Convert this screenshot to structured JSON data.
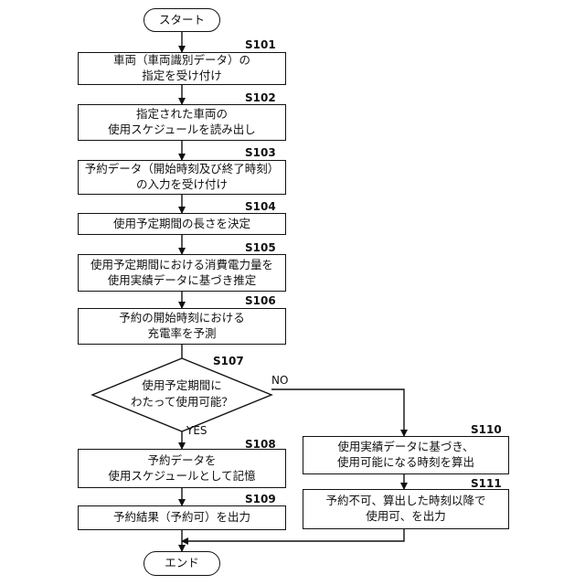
{
  "terminals": {
    "start": "スタート",
    "end": "エンド"
  },
  "steps": [
    {
      "id": "S101",
      "lines": [
        "車両（車両識別データ）の",
        "指定を受け付け"
      ]
    },
    {
      "id": "S102",
      "lines": [
        "指定された車両の",
        "使用スケジュールを読み出し"
      ]
    },
    {
      "id": "S103",
      "lines": [
        "予約データ（開始時刻及び終了時刻）",
        "の入力を受け付け"
      ]
    },
    {
      "id": "S104",
      "lines": [
        "使用予定期間の長さを決定"
      ]
    },
    {
      "id": "S105",
      "lines": [
        "使用予定期間における消費電力量を",
        "使用実績データに基づき推定"
      ]
    },
    {
      "id": "S106",
      "lines": [
        "予約の開始時刻における",
        "充電率を予測"
      ]
    },
    {
      "id": "S108",
      "lines": [
        "予約データを",
        "使用スケジュールとして記憶"
      ]
    },
    {
      "id": "S109",
      "lines": [
        "予約結果（予約可）を出力"
      ]
    },
    {
      "id": "S110",
      "lines": [
        "使用実績データに基づき、",
        "使用可能になる時刻を算出"
      ]
    },
    {
      "id": "S111",
      "lines": [
        "予約不可、算出した時刻以降で",
        "使用可、を出力"
      ]
    }
  ],
  "decision": {
    "id": "S107",
    "lines": [
      "使用予定期間に",
      "わたって使用可能？"
    ],
    "yes": "YES",
    "no": "NO"
  }
}
